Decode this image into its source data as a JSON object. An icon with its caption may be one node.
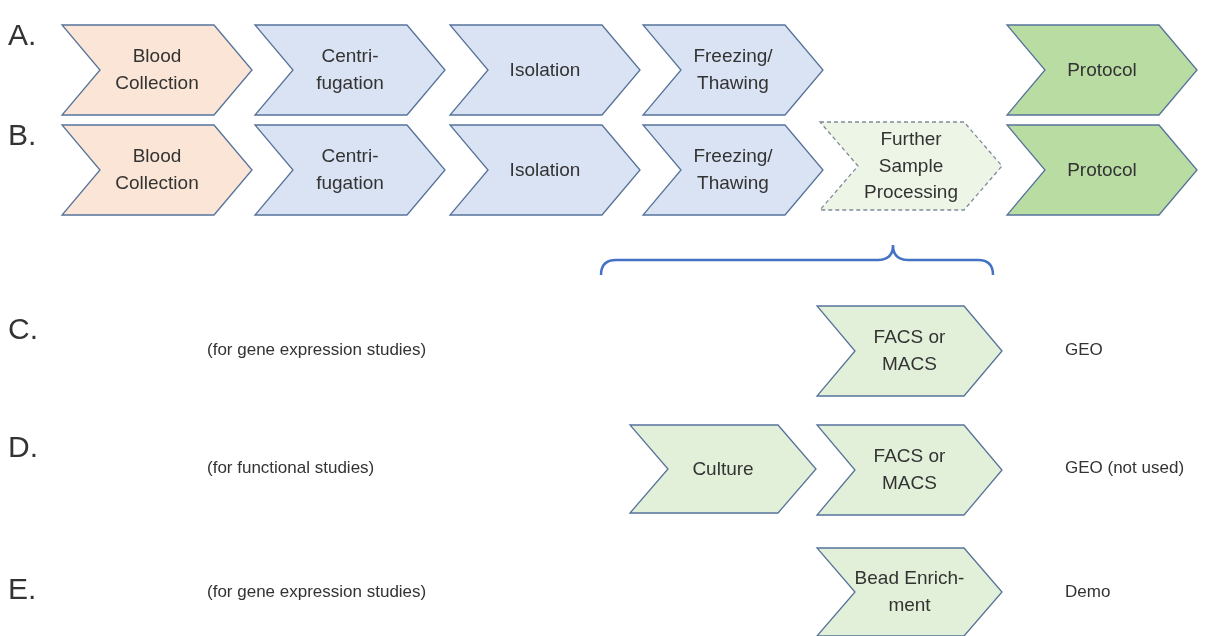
{
  "diagram": {
    "nodes": [
      {
        "text": [
          "Blood Collection"
        ]
      },
      {
        "text": [
          "Centri- fugation"
        ]
      },
      {
        "text": [
          "Isolation"
        ]
      },
      {
        "text": [
          "Freezing/ Thawing"
        ]
      },
      {
        "text": [
          "Protocol"
        ]
      },
      {
        "text": [
          "Blood Collection"
        ]
      },
      {
        "text": [
          "Centri- fugation"
        ]
      },
      {
        "text": [
          "Isolation"
        ]
      },
      {
        "text": [
          "Freezing/ Thawing"
        ]
      },
      {
        "text": [
          "Further Sample Processing"
        ]
      },
      {
        "text": [
          "Protocol"
        ]
      },
      {
        "text": [
          "FACS or MACS"
        ]
      },
      {
        "text": [
          "Culture"
        ]
      },
      {
        "text": [
          "FACS or MACS"
        ]
      },
      {
        "text": [
          "Bead Enrich- ment"
        ]
      }
    ],
    "edges": [],
    "labels": [
      "A.",
      "B.",
      "C.",
      "(for gene expression studies)",
      "GEO",
      "D.",
      "(for functional studies)",
      "GEO (not used)",
      "E.",
      "(for gene expression studies)",
      "Demo"
    ]
  }
}
